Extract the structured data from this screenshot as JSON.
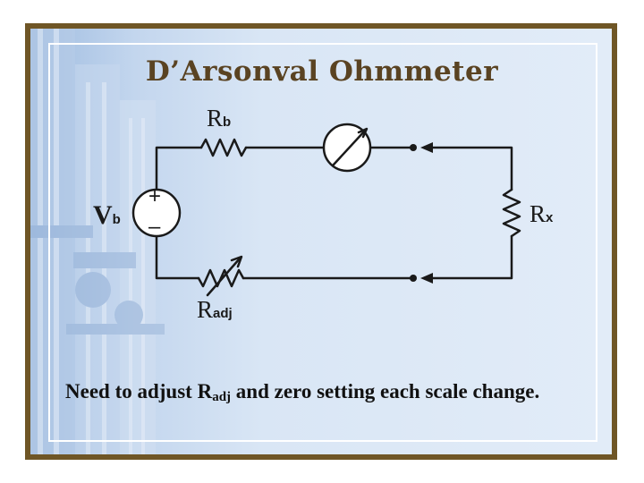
{
  "title": "D’Arsonval Ohmmeter",
  "labels": {
    "rb_main": "R",
    "rb_sub": "b",
    "vb_main": "V",
    "vb_sub": "b",
    "plus": "+",
    "minus": "–",
    "rx_main": "R",
    "rx_sub": "x",
    "radj_main": "R",
    "radj_sub": "adj"
  },
  "caption": {
    "part1": "Need to adjust R",
    "sub": "adj",
    "part2": " and zero setting each scale change."
  },
  "colors": {
    "frame": "#6f5626",
    "title": "#5a4322",
    "background": "#dbe7f5"
  }
}
